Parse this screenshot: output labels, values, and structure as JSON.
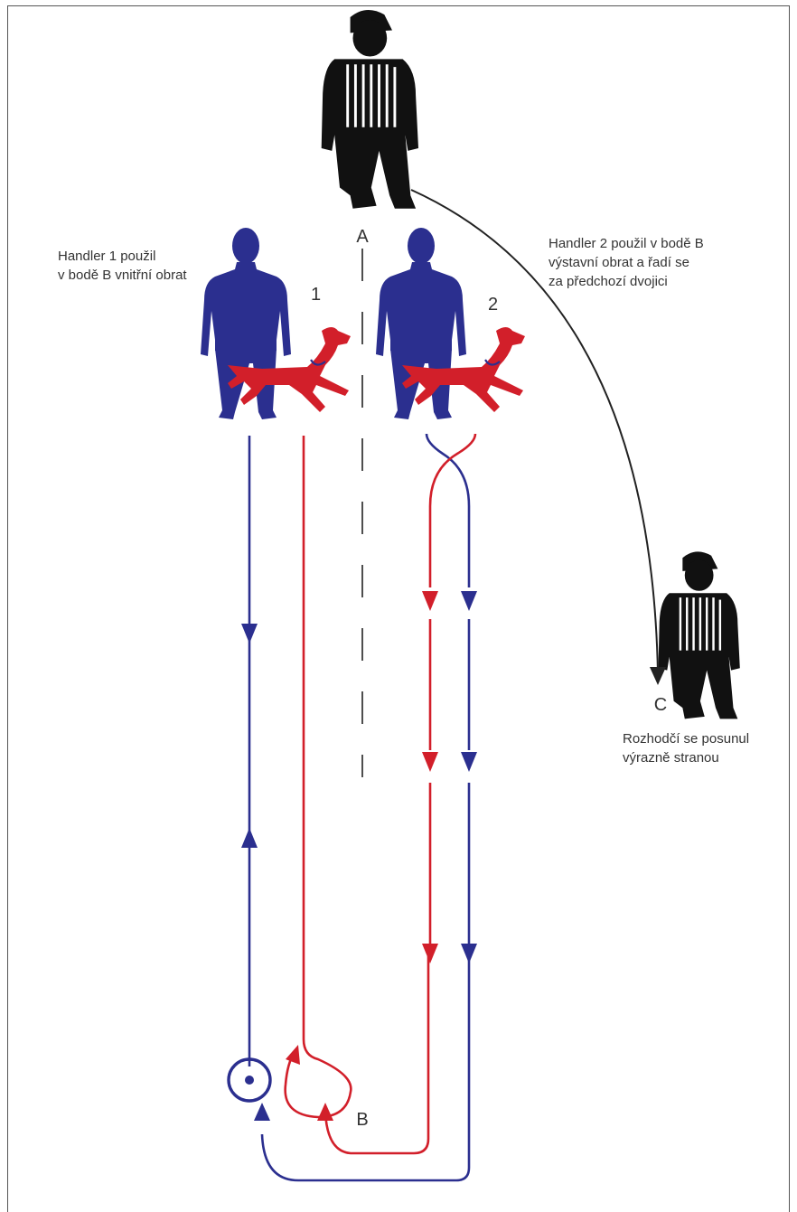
{
  "points": {
    "a": "A",
    "b": "B",
    "c": "C"
  },
  "pairs": {
    "pair1": "1",
    "pair2": "2"
  },
  "notes": {
    "handler1": [
      "Handler 1 použil",
      "v bodě B vnitřní obrat"
    ],
    "handler2": [
      "Handler 2 použil v bodě B",
      "výstavní obrat a řadí se",
      "za předchozí dvojici"
    ],
    "judge": [
      "Rozhodčí se posunul",
      "výrazně stranou"
    ]
  },
  "colors": {
    "handler": "#2b2f8f",
    "dog": "#d21f2a",
    "judge": "#111111",
    "guide": "#222222"
  },
  "icons": [
    "judge-figure",
    "handler-figure",
    "dog-figure"
  ]
}
